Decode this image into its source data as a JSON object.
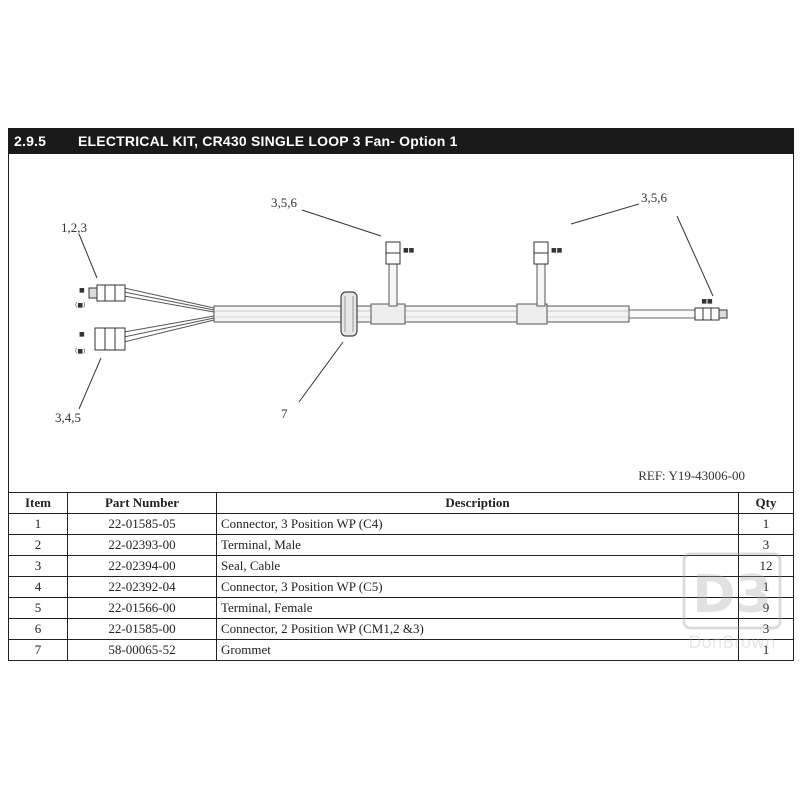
{
  "header": {
    "section_number": "2.9.5",
    "title": "ELECTRICAL KIT, CR430 SINGLE LOOP 3 Fan- Option 1"
  },
  "diagram": {
    "callouts": {
      "top_left": "1,2,3",
      "top_mid": "3,5,6",
      "top_right": "3,5,6",
      "bottom_left": "3,4,5",
      "grommet": "7"
    },
    "reference": "REF: Y19-43006-00"
  },
  "table": {
    "headers": [
      "Item",
      "Part Number",
      "Description",
      "Qty"
    ],
    "rows": [
      {
        "item": "1",
        "part": "22-01585-05",
        "desc": "Connector, 3 Position WP (C4)",
        "qty": "1"
      },
      {
        "item": "2",
        "part": "22-02393-00",
        "desc": "Terminal, Male",
        "qty": "3"
      },
      {
        "item": "3",
        "part": "22-02394-00",
        "desc": "Seal, Cable",
        "qty": "12"
      },
      {
        "item": "4",
        "part": "22-02392-04",
        "desc": "Connector, 3 Position WP (C5)",
        "qty": "1"
      },
      {
        "item": "5",
        "part": "22-01566-00",
        "desc": "Terminal, Female",
        "qty": "9"
      },
      {
        "item": "6",
        "part": "22-01585-00",
        "desc": "Connector, 2 Position WP (CM1,2 &3)",
        "qty": "3"
      },
      {
        "item": "7",
        "part": "58-00065-52",
        "desc": "Grommet",
        "qty": "1"
      }
    ]
  },
  "watermark": {
    "logo_text": "D3",
    "brand_text": "DonBrown"
  }
}
